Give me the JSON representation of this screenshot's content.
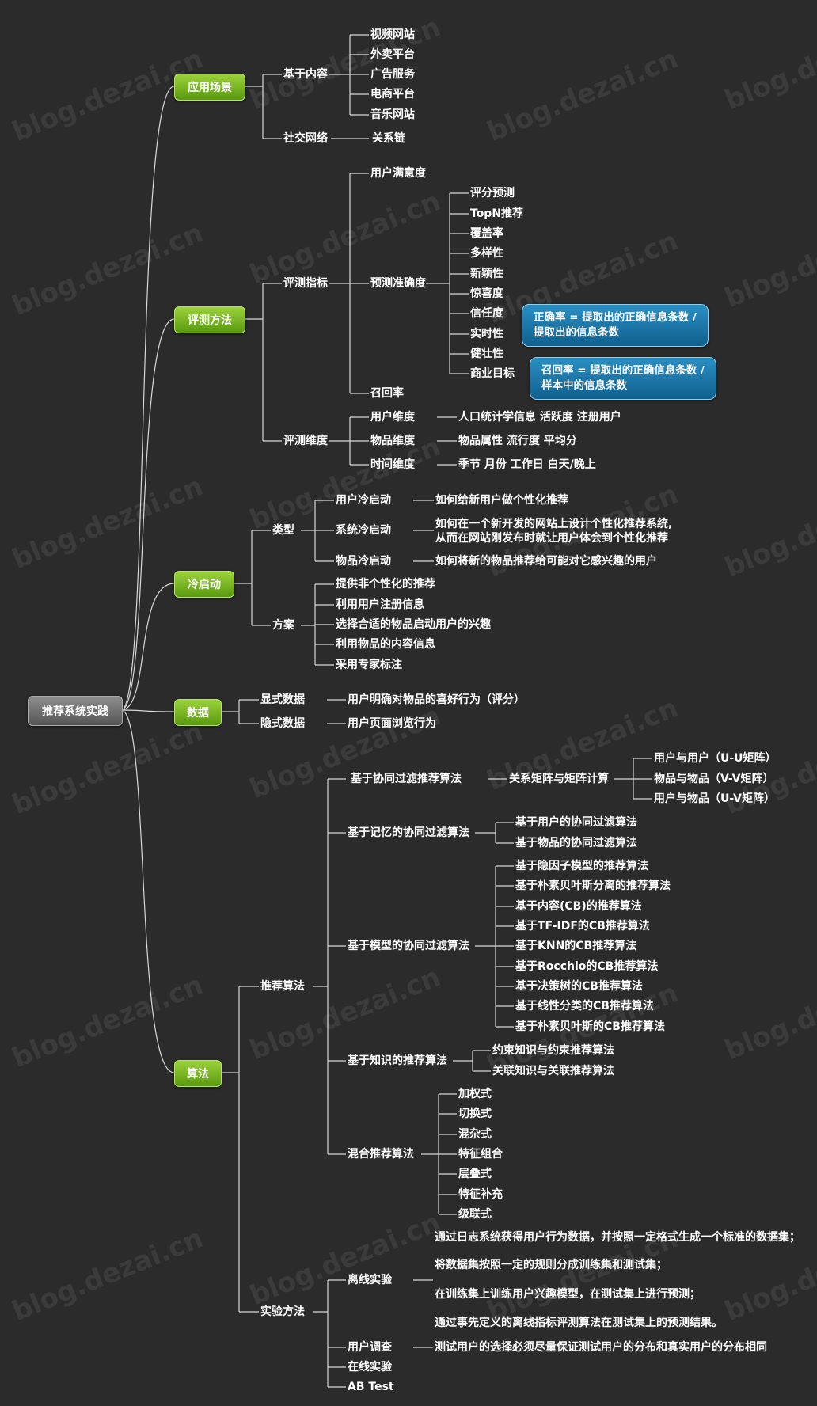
{
  "root": "推荐系统实践",
  "watermark": "blog.dezai.cn",
  "colors": {
    "line": "#d8d8d8",
    "pill_green": "#7cb72a",
    "pill_gray": "#6e6e6e",
    "callout": "#1c7cab",
    "background": "#2b2b2b"
  },
  "branches": {
    "apps": {
      "label": "应用场景",
      "content_based": "基于内容",
      "content_items": [
        "视频网站",
        "外卖平台",
        "广告服务",
        "电商平台",
        "音乐网站"
      ],
      "social": "社交网络",
      "social_item": "关系链"
    },
    "eval": {
      "label": "评测方法",
      "metrics": "评测指标",
      "satisfaction": "用户满意度",
      "accuracy": "预测准确度",
      "accuracy_items": [
        "评分预测",
        "TopN推荐",
        "覆盖率",
        "多样性",
        "新颖性",
        "惊喜度",
        "信任度",
        "实时性",
        "健壮性",
        "商业目标"
      ],
      "recall": "召回率",
      "precision_note": [
        "正确率 = 提取出的正确信息条数 /",
        "提取出的信息条数"
      ],
      "recall_note": [
        "召回率 = 提取出的正确信息条数 /",
        "样本中的信息条数"
      ],
      "dims": "评测维度",
      "dim_items": [
        {
          "name": "用户维度",
          "desc": "人口统计学信息 活跃度 注册用户"
        },
        {
          "name": "物品维度",
          "desc": "物品属性 流行度 平均分"
        },
        {
          "name": "时间维度",
          "desc": "季节 月份 工作日 白天/晚上"
        }
      ]
    },
    "cold": {
      "label": "冷启动",
      "types": "类型",
      "type_items": [
        {
          "name": "用户冷启动",
          "desc": [
            "如何给新用户做个性化推荐"
          ]
        },
        {
          "name": "系统冷启动",
          "desc": [
            "如何在一个新开发的网站上设计个性化推荐系统,",
            "从而在网站刚发布时就让用户体会到个性化推荐"
          ]
        },
        {
          "name": "物品冷启动",
          "desc": [
            "如何将新的物品推荐给可能对它感兴趣的用户"
          ]
        }
      ],
      "plans": "方案",
      "plan_items": [
        "提供非个性化的推荐",
        "利用用户注册信息",
        "选择合适的物品启动用户的兴趣",
        "利用物品的内容信息",
        "采用专家标注"
      ]
    },
    "data": {
      "label": "数据",
      "explicit": "显式数据",
      "explicit_desc": "用户明确对物品的喜好行为（评分）",
      "implicit": "隐式数据",
      "implicit_desc": "用户页面浏览行为"
    },
    "algo": {
      "label": "算法",
      "rec_algo": "推荐算法",
      "cf": "基于协同过滤推荐算法",
      "cf_child": "关系矩阵与矩阵计算",
      "cf_items": [
        "用户与用户（U-U矩阵）",
        "物品与物品（V-V矩阵）",
        "用户与物品（U-V矩阵）"
      ],
      "memory": "基于记忆的协同过滤算法",
      "memory_items": [
        "基于用户的协同过滤算法",
        "基于物品的协同过滤算法"
      ],
      "model": "基于模型的协同过滤算法",
      "model_items": [
        "基于隐因子模型的推荐算法",
        "基于朴素贝叶斯分离的推荐算法",
        "基于内容(CB)的推荐算法",
        "基于TF-IDF的CB推荐算法",
        "基于KNN的CB推荐算法",
        "基于Rocchio的CB推荐算法",
        "基于决策树的CB推荐算法",
        "基于线性分类的CB推荐算法",
        "基于朴素贝叶斯的CB推荐算法"
      ],
      "knowledge": "基于知识的推荐算法",
      "knowledge_items": [
        "约束知识与约束推荐算法",
        "关联知识与关联推荐算法"
      ],
      "hybrid": "混合推荐算法",
      "hybrid_items": [
        "加权式",
        "切换式",
        "混杂式",
        "特征组合",
        "层叠式",
        "特征补充",
        "级联式"
      ],
      "exp": "实验方法",
      "offline": "离线实验",
      "offline_items": [
        "通过日志系统获得用户行为数据，并按照一定格式生成一个标准的数据集；",
        "将数据集按照一定的规则分成训练集和测试集；",
        "在训练集上训练用户兴趣模型，在测试集上进行预测；",
        "通过事先定义的离线指标评测算法在测试集上的预测结果。"
      ],
      "survey": "用户调查",
      "survey_desc": "测试用户的选择必须尽量保证测试用户的分布和真实用户的分布相同",
      "online": "在线实验",
      "abtest": "AB Test"
    }
  }
}
